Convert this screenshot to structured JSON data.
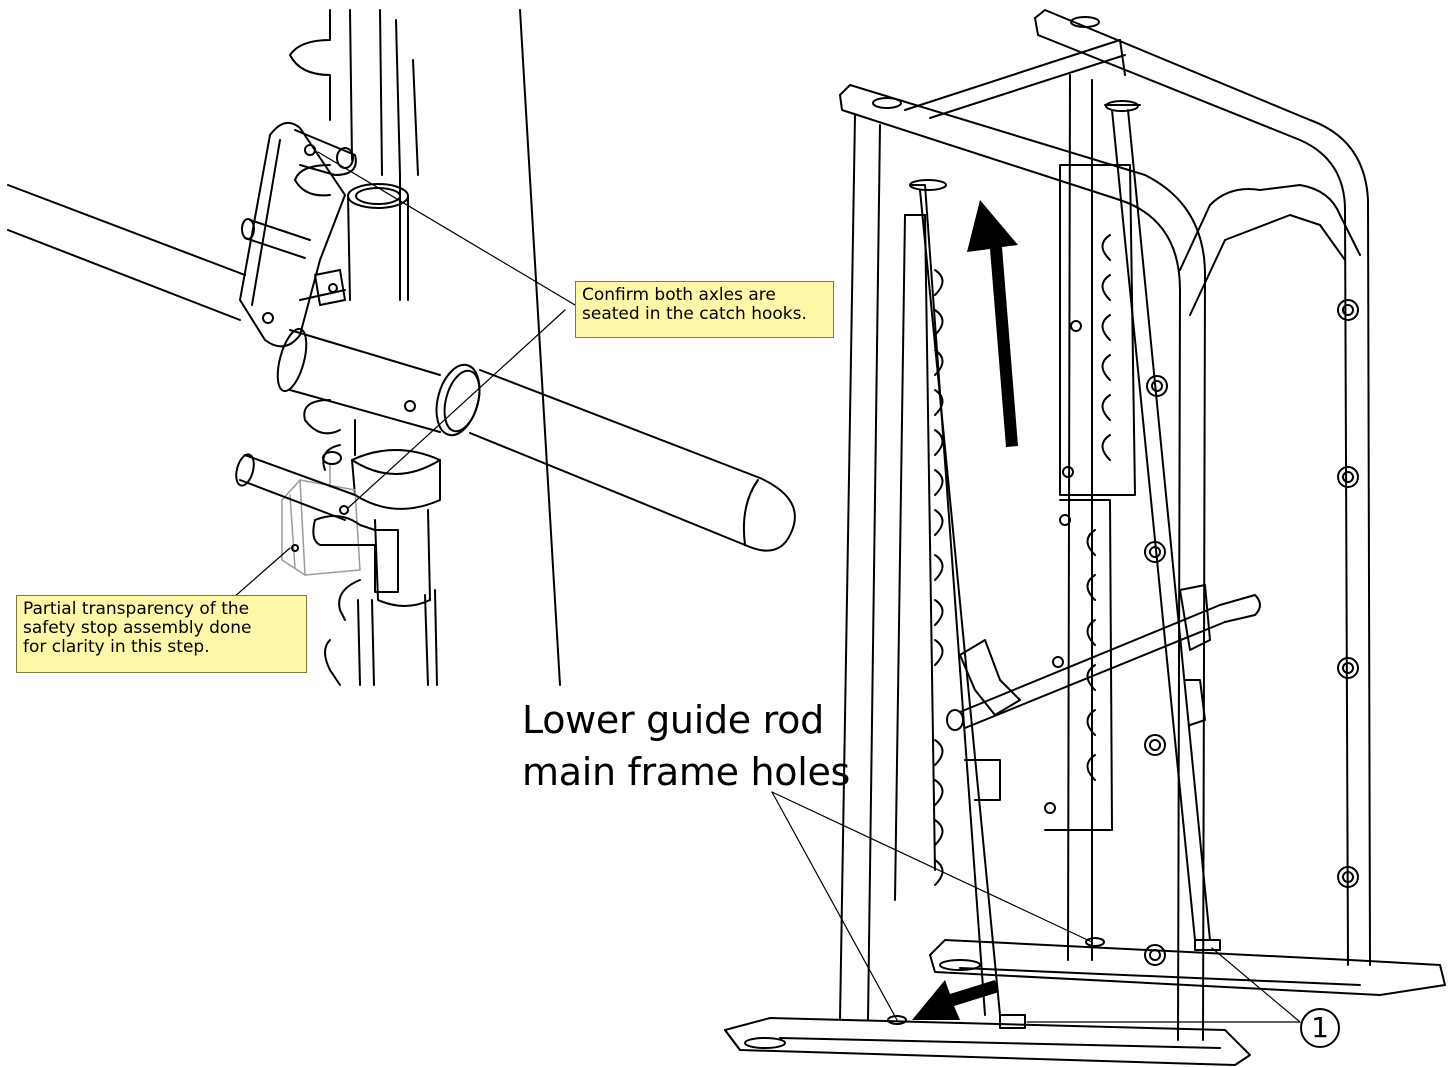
{
  "callouts": {
    "axles": "Confirm both axles are\nseated in the catch hooks.",
    "transparency": "Partial transparency of the\nsafety stop assembly done\nfor clarity in this step."
  },
  "labels": {
    "lower_guide_rod": "Lower guide rod\nmain frame holes",
    "part_number": "1"
  },
  "colors": {
    "callout_fill": "#fdf7a8",
    "line": "#000000",
    "arrow": "#000000"
  },
  "icons": {
    "up_arrow": "direction-up-arrow",
    "left_arrow": "direction-left-arrow"
  }
}
